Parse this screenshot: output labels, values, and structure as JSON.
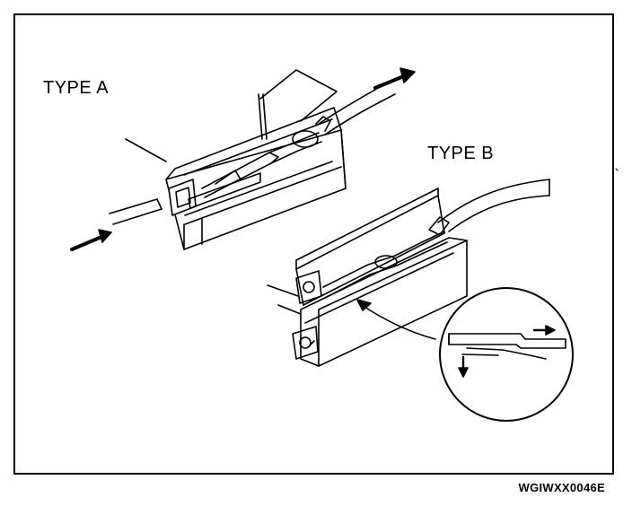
{
  "labels": {
    "type_a": "TYPE A",
    "type_b": "TYPE B"
  },
  "figure_code": "WGIWXX0046E",
  "colors": {
    "ink": "#000000",
    "paper": "#ffffff"
  }
}
